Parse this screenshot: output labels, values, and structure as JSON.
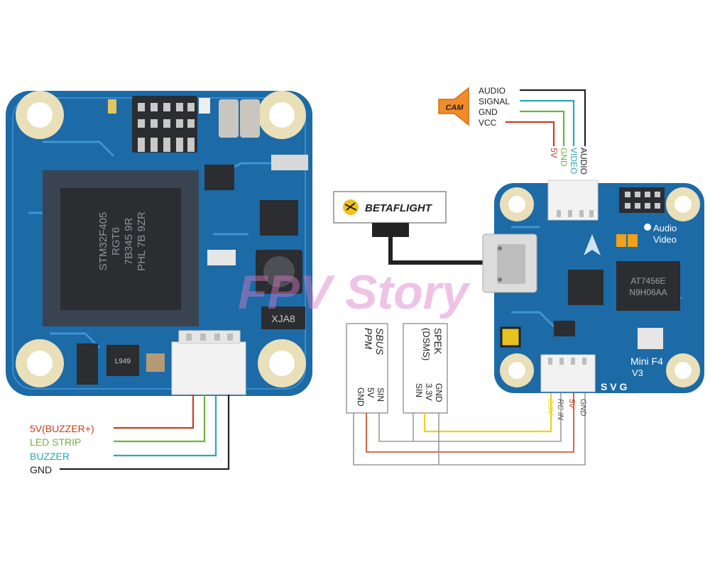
{
  "left_board": {
    "chip_lines": [
      "STM32F405",
      "RGT6",
      "7B345 9R",
      "PHL 7B 9ZR"
    ],
    "small_chip_text": "XJA8",
    "left_chip_text": "L949"
  },
  "left_pins": [
    {
      "label": "5V(BUZZER+)",
      "color": "#c8401e"
    },
    {
      "label": "LED STRIP",
      "color": "#6cb33e"
    },
    {
      "label": "BUZZER",
      "color": "#2aa6b8"
    },
    {
      "label": "GND",
      "color": "#222222"
    }
  ],
  "camera": {
    "label": "CAM",
    "pins": [
      {
        "label": "AUDIO",
        "color": "#222222"
      },
      {
        "label": "SIGNAL",
        "color": "#2aa6b8"
      },
      {
        "label": "GND",
        "color": "#6cb33e"
      },
      {
        "label": "VCC",
        "color": "#c8401e"
      }
    ],
    "vertical_labels": [
      {
        "label": "5V",
        "color": "#c8401e"
      },
      {
        "label": "GND",
        "color": "#6cb33e"
      },
      {
        "label": "VIDEO",
        "color": "#2aa6b8"
      },
      {
        "label": "AUDIO",
        "color": "#222222"
      }
    ]
  },
  "betaflight": {
    "logo_text": "BETAFLIGHT"
  },
  "receivers": [
    {
      "title": "SBUS",
      "subtitle": "PPM",
      "pins": [
        "SIN",
        "5V",
        "GND"
      ]
    },
    {
      "title": "SPEK",
      "subtitle": "(DSMS)",
      "pins": [
        "GND",
        "3.3V",
        "SIN"
      ]
    }
  ],
  "right_board": {
    "label_audio": "Audio",
    "label_video": "Video",
    "model": "Mini F4",
    "version": "V3",
    "chip_text_1": "AT7456E",
    "chip_text_2": "N9H06AA",
    "bottom_letters": "S V G",
    "pins": [
      {
        "label": "3.3V",
        "color": "#e8d21e"
      },
      {
        "label": "RC IN",
        "color": "#555555"
      },
      {
        "label": "5V",
        "color": "#c8401e"
      },
      {
        "label": "GND",
        "color": "#555555"
      }
    ]
  },
  "watermark": "FPV Story",
  "colors": {
    "pcb": "#1c6aa6",
    "pcb_light": "#2f86c4",
    "pad": "#e9dfb8",
    "chip": "#2b2d31"
  }
}
